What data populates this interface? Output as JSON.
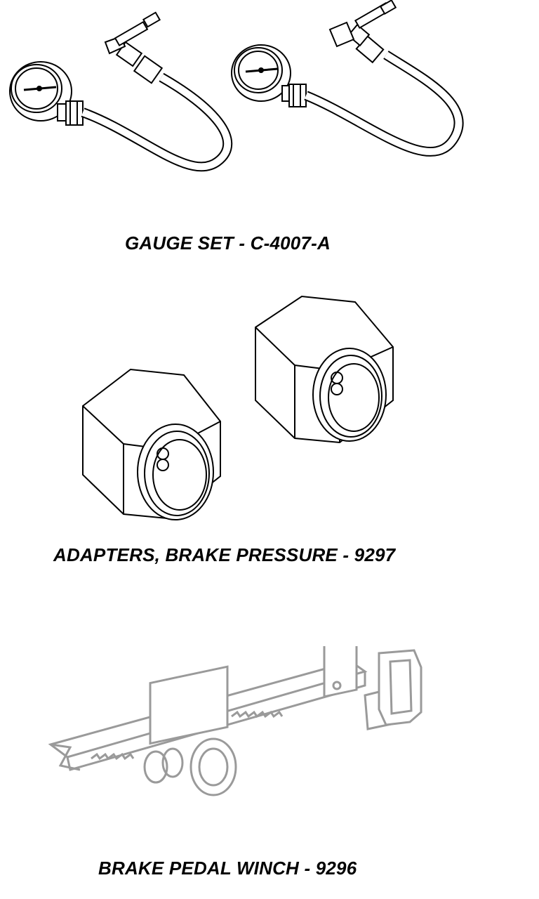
{
  "captions": {
    "gauge_set": "GAUGE SET - C-4007-A",
    "adapters": "ADAPTERS, BRAKE PRESSURE - 9297",
    "winch": "BRAKE PEDAL WINCH - 9296"
  },
  "colors": {
    "ink": "#000000",
    "paper": "#ffffff",
    "shade": "#9a9a9a"
  }
}
